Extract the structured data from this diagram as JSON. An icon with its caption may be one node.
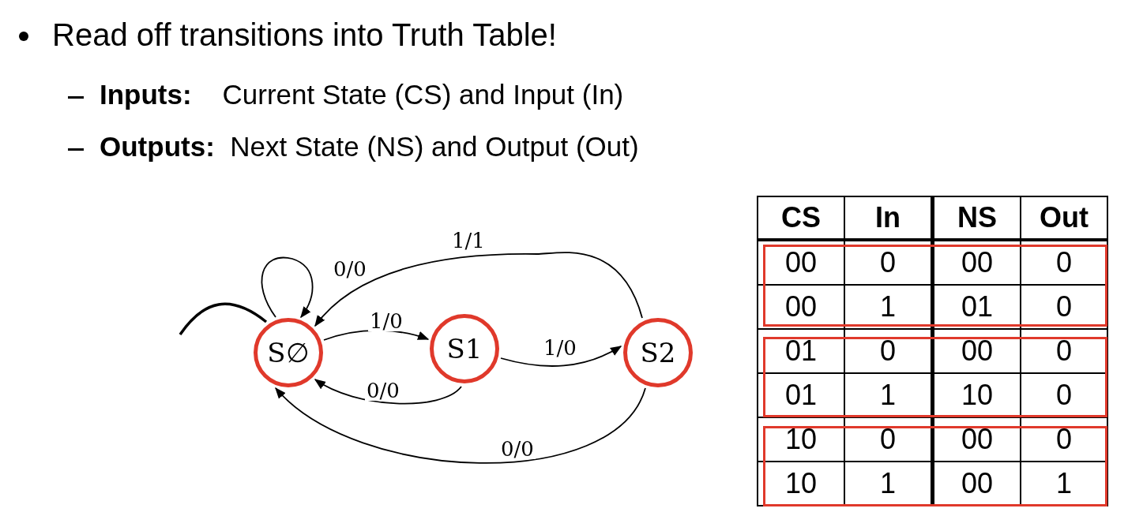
{
  "diagram": {
    "nodes": [
      {
        "text": [
          "S∅"
        ]
      },
      {
        "text": [
          "S1"
        ]
      },
      {
        "text": [
          "S2"
        ]
      }
    ],
    "edges": [
      {
        "from": null,
        "to": 0,
        "arrow": "none"
      },
      {
        "from": 0,
        "to": 0,
        "arrow": "to",
        "label": "0/0"
      },
      {
        "from": 0,
        "to": 1,
        "arrow": "to",
        "label": "1/0"
      },
      {
        "from": 1,
        "to": 0,
        "arrow": "to",
        "label": "0/0"
      },
      {
        "from": 1,
        "to": 2,
        "arrow": "to",
        "label": "1/0"
      },
      {
        "from": 2,
        "to": 0,
        "arrow": "to",
        "label": "0/0"
      },
      {
        "from": 2,
        "to": 0,
        "arrow": "to",
        "label": "1/1"
      }
    ],
    "labels": [
      "Read off transitions into Truth Table!",
      "**Inputs:**    Current State (CS) and Input (In)",
      "**Outputs:**  Next State (NS) and Output (Out)",
      "CS",
      "In",
      "NS",
      "Out",
      "00",
      "0",
      "00",
      "0",
      "00",
      "1",
      "01",
      "0",
      "01",
      "0",
      "00",
      "0",
      "01",
      "1",
      "10",
      "0",
      "10",
      "0",
      "00",
      "0",
      "10",
      "1",
      "00",
      "1"
    ]
  }
}
